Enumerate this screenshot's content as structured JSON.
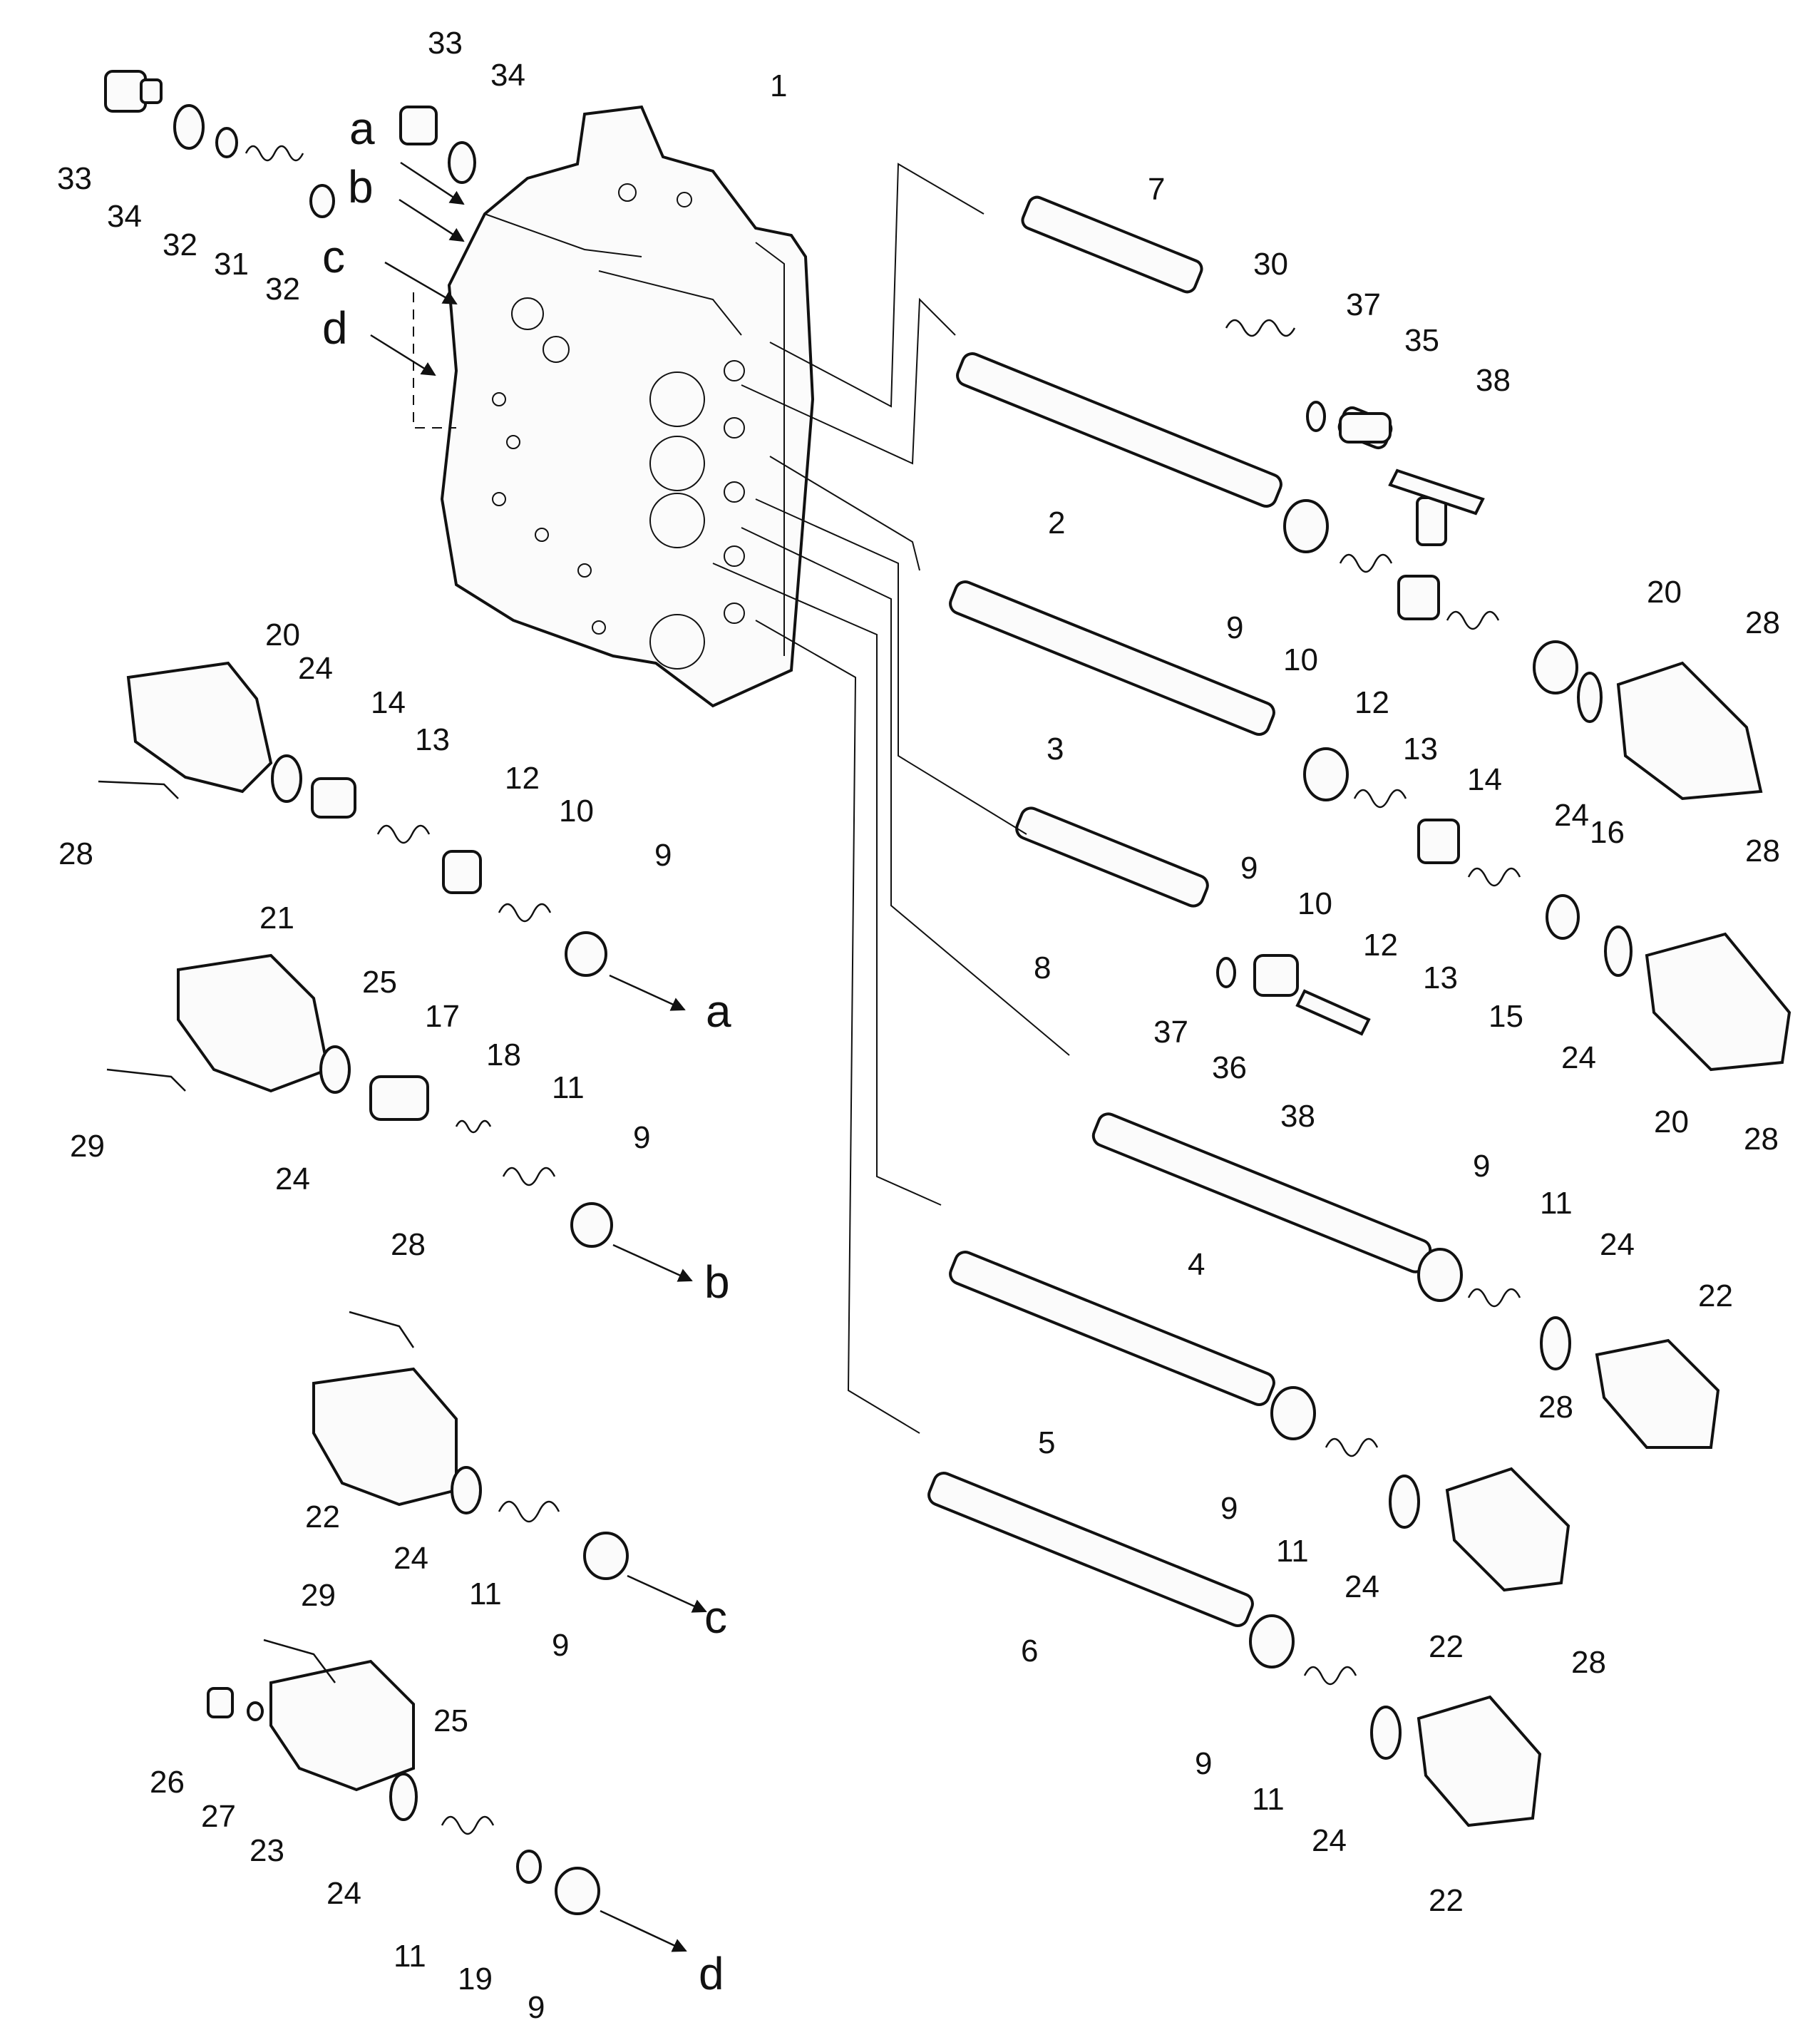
{
  "callouts": [
    "1",
    "2",
    "3",
    "4",
    "5",
    "6",
    "7",
    "8",
    "9",
    "10",
    "11",
    "12",
    "13",
    "14",
    "15",
    "16",
    "17",
    "18",
    "19",
    "20",
    "21",
    "22",
    "23",
    "24",
    "25",
    "26",
    "27",
    "28",
    "29",
    "30",
    "31",
    "32",
    "33",
    "34",
    "35",
    "36",
    "37",
    "38"
  ],
  "flow_arrows": [
    "a",
    "b",
    "c",
    "d"
  ],
  "colors": {
    "ink": "#111111",
    "paper": "#ffffff"
  }
}
